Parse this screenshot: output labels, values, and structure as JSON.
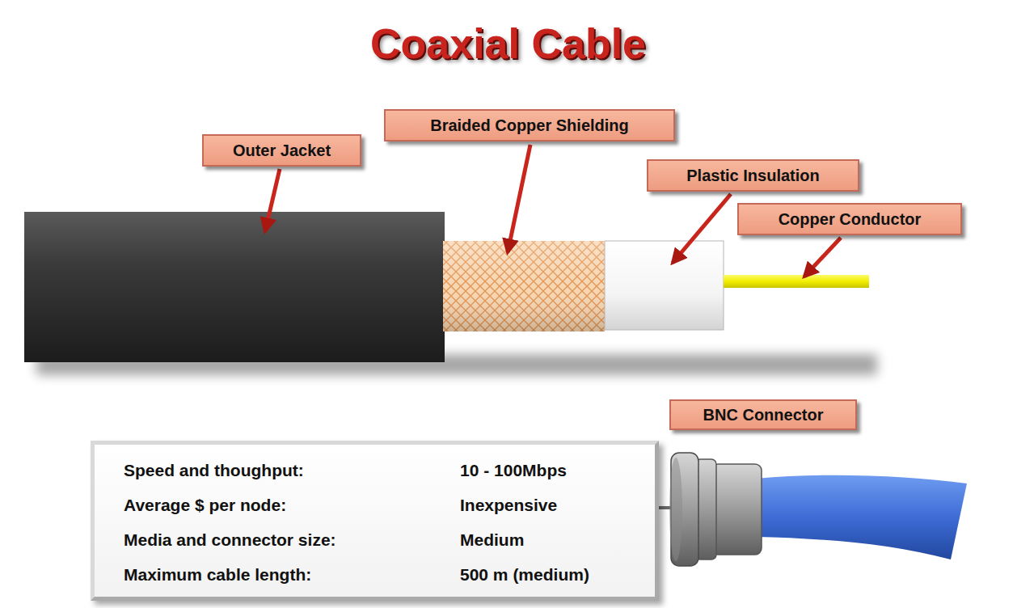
{
  "diagram": {
    "title": "Coaxial Cable",
    "nodes": [
      {
        "text": [
          "Braided Copper Shielding"
        ]
      },
      {
        "text": [
          "Outer Jacket"
        ]
      },
      {
        "text": [
          "Plastic Insulation"
        ]
      },
      {
        "text": [
          "Copper Conductor"
        ]
      },
      {
        "text": [
          "BNC Connector"
        ]
      },
      {
        "text": [
          "Speed and thoughput:",
          "10 - 100Mbps",
          "Average $ per node:",
          "Inexpensive",
          "Media and connector size:",
          "Medium",
          "Maximum cable length:",
          "500 m (medium)"
        ]
      }
    ]
  }
}
